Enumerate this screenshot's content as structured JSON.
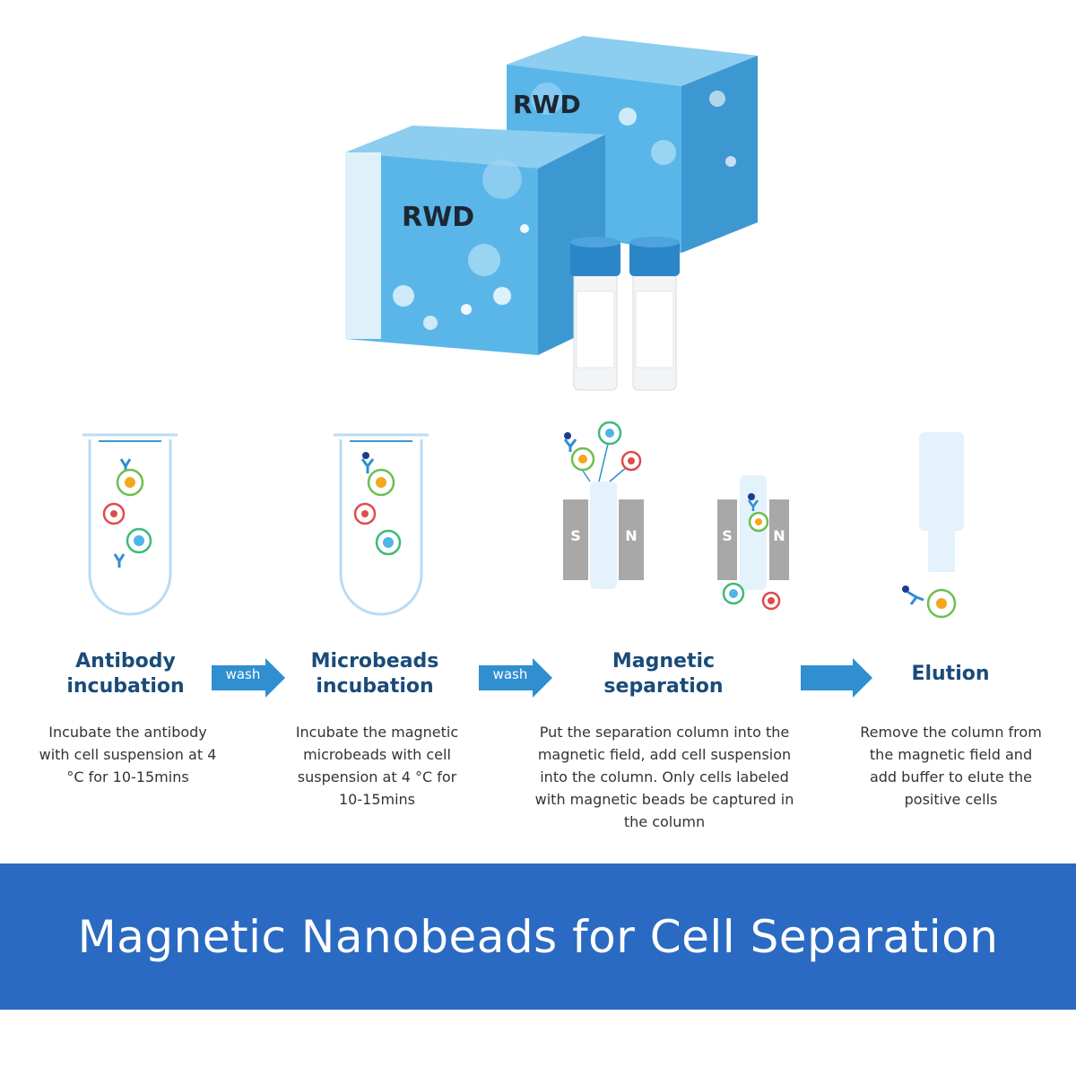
{
  "product": {
    "brand_logo": "RWD",
    "colors": {
      "box": "#5ab6e8",
      "box_dark": "#3d97d1",
      "cap": "#2b86c8"
    }
  },
  "steps": [
    {
      "title": "Antibody\nincubation",
      "description": "Incubate the antibody with cell suspension at 4 °C for 10-15mins"
    },
    {
      "title": "Microbeads\nincubation",
      "description": "Incubate the magnetic microbeads  with cell suspension at 4 °C for 10-15mins"
    },
    {
      "title": "Magnetic\nseparation",
      "description": "Put the separation column into the magnetic field, add cell suspension into the column.  Only cells labeled with magnetic beads be captured in the column"
    },
    {
      "title": "Elution",
      "description": "Remove the column from the magnetic field and add buffer to elute the positive cells"
    }
  ],
  "arrows": [
    {
      "label": "wash"
    },
    {
      "label": "wash"
    },
    {
      "label": ""
    }
  ],
  "magnet_labels": {
    "south": "S",
    "north": "N"
  },
  "banner": {
    "title": "Magnetic Nanobeads for Cell Separation"
  },
  "colors": {
    "accent": "#2a6ac2",
    "arrow": "#2f8fd0",
    "heading": "#1a4b7a",
    "tube_outline": "#b9dcf3",
    "magnet": "#a8a8a8"
  }
}
